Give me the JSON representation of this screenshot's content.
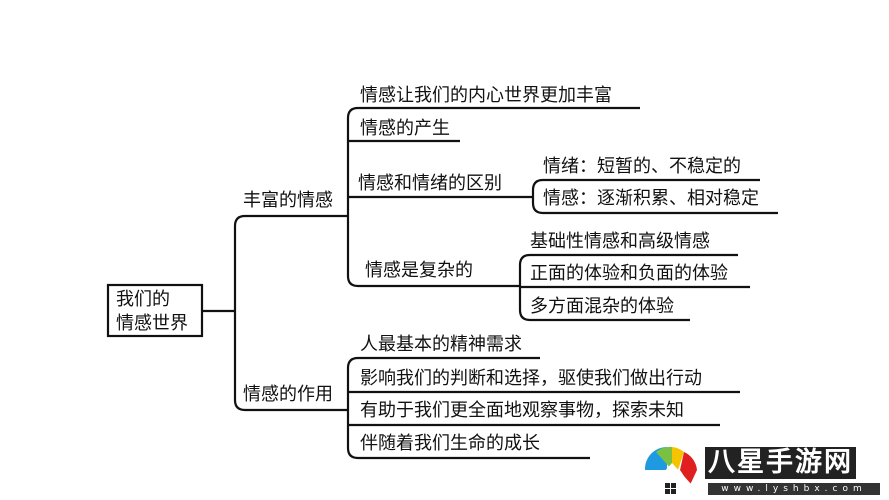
{
  "root": {
    "line1": "我们的",
    "line2": "情感世界"
  },
  "branches": [
    {
      "label": "丰富的情感",
      "children": [
        {
          "label": "情感让我们的内心世界更加丰富"
        },
        {
          "label": "情感的产生"
        },
        {
          "label": "情感和情绪的区别",
          "children": [
            "情绪：短暂的、不稳定的",
            "情感：逐渐积累、相对稳定"
          ]
        },
        {
          "label": "情感是复杂的",
          "children": [
            "基础性情感和高级情感",
            "正面的体验和负面的体验",
            "多方面混杂的体验"
          ]
        }
      ]
    },
    {
      "label": "情感的作用",
      "children": [
        {
          "label": "人最基本的精神需求"
        },
        {
          "label": "影响我们的判断和选择，驱使我们做出行动"
        },
        {
          "label": "有助于我们更全面地观察事物，探索未知"
        },
        {
          "label": "伴随着我们生命的成长"
        }
      ]
    }
  ],
  "watermark": {
    "title": "八星手游网",
    "url": "www.lyshbx.com"
  }
}
